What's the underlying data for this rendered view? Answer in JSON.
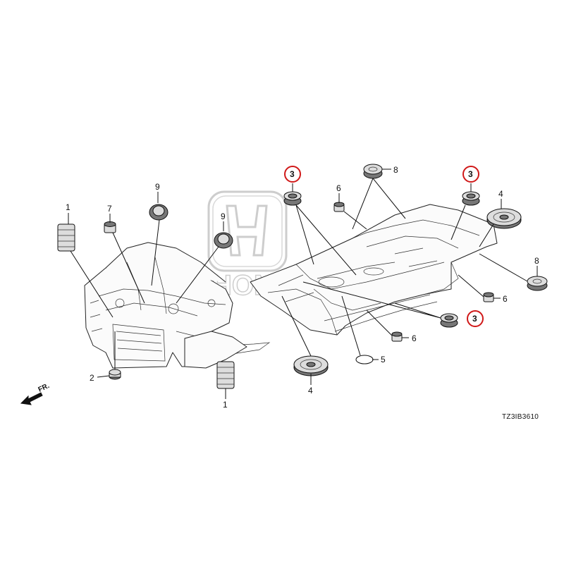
{
  "diagram": {
    "watermark": "HONDA",
    "diagram_code": "TZ3IB3610",
    "direction_label": "FR.",
    "callouts": [
      {
        "id": "c1a",
        "text": "1",
        "highlighted": false
      },
      {
        "id": "c1b",
        "text": "1",
        "highlighted": false
      },
      {
        "id": "c2",
        "text": "2",
        "highlighted": false
      },
      {
        "id": "c3a",
        "text": "3",
        "highlighted": true
      },
      {
        "id": "c3b",
        "text": "3",
        "highlighted": true
      },
      {
        "id": "c3c",
        "text": "3",
        "highlighted": true
      },
      {
        "id": "c4a",
        "text": "4",
        "highlighted": false
      },
      {
        "id": "c4b",
        "text": "4",
        "highlighted": false
      },
      {
        "id": "c5",
        "text": "5",
        "highlighted": false
      },
      {
        "id": "c6a",
        "text": "6",
        "highlighted": false
      },
      {
        "id": "c6b",
        "text": "6",
        "highlighted": false
      },
      {
        "id": "c6c",
        "text": "6",
        "highlighted": false
      },
      {
        "id": "c7",
        "text": "7",
        "highlighted": false
      },
      {
        "id": "c8a",
        "text": "8",
        "highlighted": false
      },
      {
        "id": "c8b",
        "text": "8",
        "highlighted": false
      },
      {
        "id": "c9a",
        "text": "9",
        "highlighted": false
      },
      {
        "id": "c9b",
        "text": "9",
        "highlighted": false
      }
    ],
    "highlight_color": "#d01818"
  }
}
